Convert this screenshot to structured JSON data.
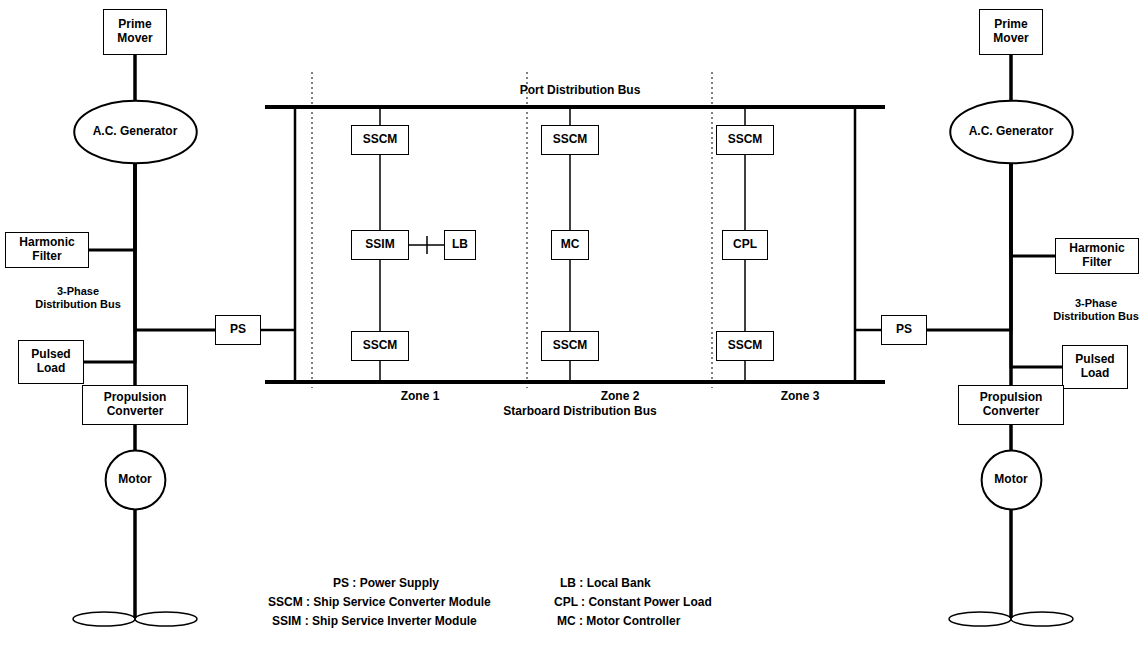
{
  "diagram": {
    "nodes": [
      {
        "text": [
          "Prime Mover"
        ]
      },
      {
        "text": [
          "A.C. Generator"
        ]
      },
      {
        "text": [
          "Harmonic Filter"
        ]
      },
      {
        "text": [
          "PS"
        ]
      },
      {
        "text": [
          "Pulsed Load"
        ]
      },
      {
        "text": [
          "Propulsion Converter"
        ]
      },
      {
        "text": [
          "Motor"
        ]
      },
      {
        "text": [
          "SSCM"
        ]
      },
      {
        "text": [
          "SSIM"
        ]
      },
      {
        "text": [
          "LB"
        ]
      },
      {
        "text": [
          "SSCM"
        ]
      },
      {
        "text": [
          "SSCM"
        ]
      },
      {
        "text": [
          "MC"
        ]
      },
      {
        "text": [
          "SSCM"
        ]
      },
      {
        "text": [
          "SSCM"
        ]
      },
      {
        "text": [
          "CPL"
        ]
      },
      {
        "text": [
          "SSCM"
        ]
      },
      {
        "text": [
          "Prime Mover"
        ]
      },
      {
        "text": [
          "A.C. Generator"
        ]
      },
      {
        "text": [
          "Harmonic Filter"
        ]
      },
      {
        "text": [
          "PS"
        ]
      },
      {
        "text": [
          "Pulsed Load"
        ]
      },
      {
        "text": [
          "Propulsion Converter"
        ]
      },
      {
        "text": [
          "Motor"
        ]
      }
    ],
    "edges": [
      {
        "from": 0,
        "to": 1,
        "arrow": "none"
      },
      {
        "from": 1,
        "to": 2,
        "arrow": "none"
      },
      {
        "from": 1,
        "to": 3,
        "arrow": "none"
      },
      {
        "from": 1,
        "to": 4,
        "arrow": "none"
      },
      {
        "from": 1,
        "to": 5,
        "arrow": "none"
      },
      {
        "from": 5,
        "to": 6,
        "arrow": "none"
      },
      {
        "from": 7,
        "to": 8,
        "arrow": "none"
      },
      {
        "from": 8,
        "to": 9,
        "arrow": "none"
      },
      {
        "from": 8,
        "to": 10,
        "arrow": "none"
      },
      {
        "from": 11,
        "to": 12,
        "arrow": "none"
      },
      {
        "from": 12,
        "to": 13,
        "arrow": "none"
      },
      {
        "from": 14,
        "to": 15,
        "arrow": "none"
      },
      {
        "from": 15,
        "to": 16,
        "arrow": "none"
      },
      {
        "from": 17,
        "to": 18,
        "arrow": "none"
      },
      {
        "from": 18,
        "to": 19,
        "arrow": "none"
      },
      {
        "from": 18,
        "to": 20,
        "arrow": "none"
      },
      {
        "from": 18,
        "to": 21,
        "arrow": "none"
      },
      {
        "from": 18,
        "to": 22,
        "arrow": "none"
      },
      {
        "from": 22,
        "to": 23,
        "arrow": "none"
      }
    ],
    "labels": [
      "Port Distribution Bus",
      "3-Phase Distribution Bus",
      "3-Phase Distribution Bus",
      "Zone 1",
      "Zone 2",
      "Zone 3",
      "Starboard Distribution Bus",
      "PS : Power Supply",
      "LB : Local Bank",
      "SSCM : Ship Service Converter Module",
      "CPL : Constant Power Load",
      "SSIM : Ship Service Inverter Module",
      "MC : Motor Controller"
    ]
  }
}
